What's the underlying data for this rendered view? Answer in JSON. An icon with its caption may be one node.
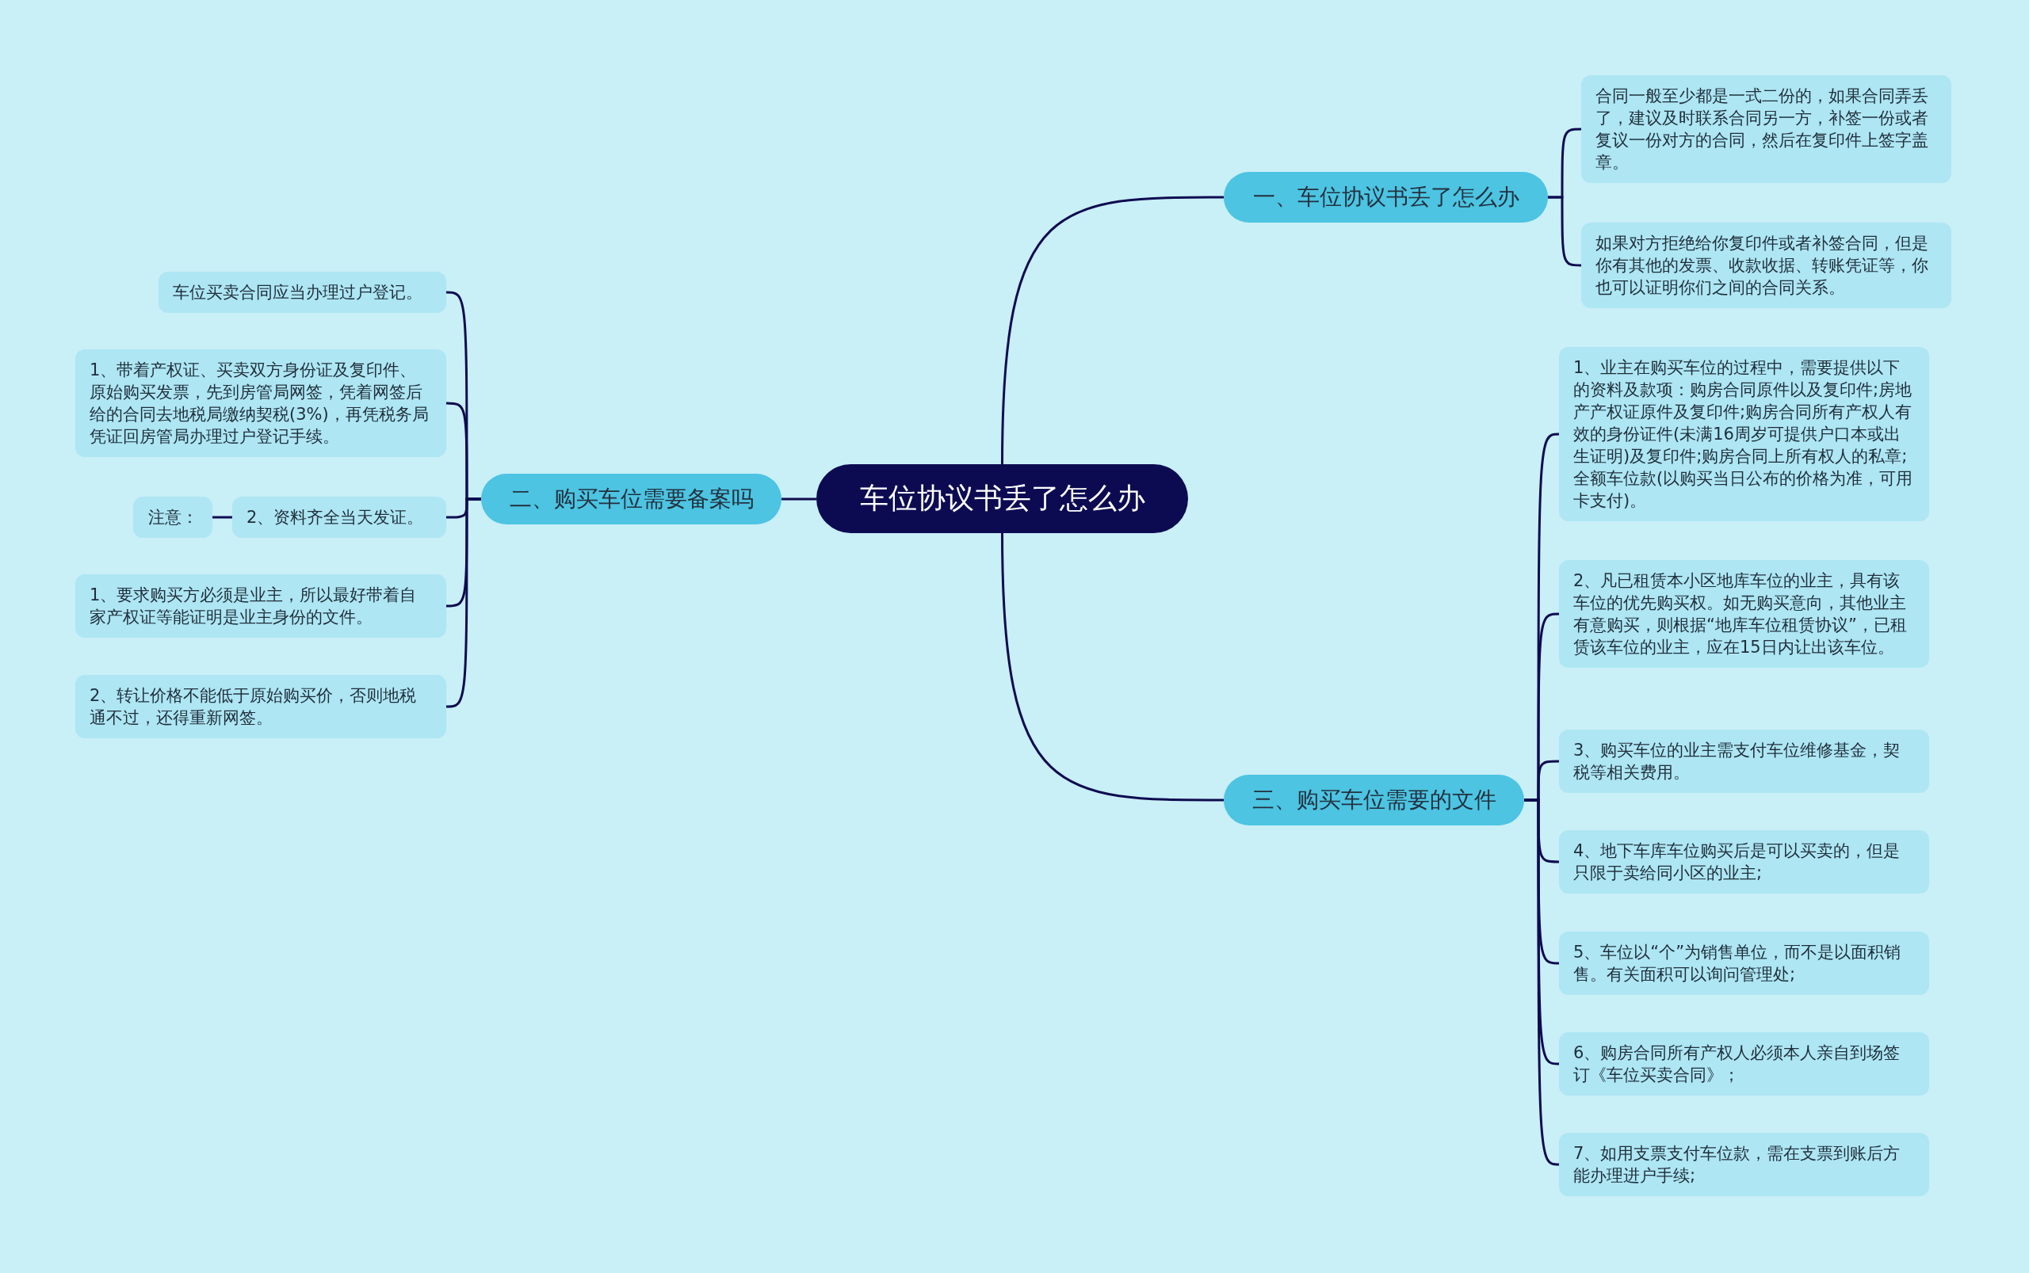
{
  "diagram": {
    "nodes": [
      {
        "text": [
          "车位协议书丢了怎么办"
        ]
      },
      {
        "text": [
          "一、车位协议书丢了怎么办"
        ]
      },
      {
        "text": [
          "合同一般至少都是一式二份的，如果合同弄丢了，建议及时联系合同另一方，补签一份或者复议一份对方的合同，然后在复印件上签字盖章。"
        ]
      },
      {
        "text": [
          "如果对方拒绝给你复印件或者补签合同，但是你有其他的发票、收款收据、转账凭证等，你也可以证明你们之间的合同关系。"
        ]
      },
      {
        "text": [
          "二、购买车位需要备案吗"
        ]
      },
      {
        "text": [
          "车位买卖合同应当办理过户登记。"
        ]
      },
      {
        "text": [
          "1、带着产权证、买卖双方身份证及复印件、原始购买发票，先到房管局网签，凭着网签后给的合同去地税局缴纳契税(3%)，再凭税务局凭证回房管局办理过户登记手续。"
        ]
      },
      {
        "text": [
          "2、资料齐全当天发证。"
        ]
      },
      {
        "text": [
          "注意："
        ]
      },
      {
        "text": [
          "1、要求购买方必须是业主，所以最好带着自家产权证等能证明是业主身份的文件。"
        ]
      },
      {
        "text": [
          "2、转让价格不能低于原始购买价，否则地税通不过，还得重新网签。"
        ]
      },
      {
        "text": [
          "三、购买车位需要的文件"
        ]
      },
      {
        "text": [
          "1、业主在购买车位的过程中，需要提供以下的资料及款项：购房合同原件以及复印件;房地产产权证原件及复印件;购房合同所有产权人有效的身份证件(未满16周岁可提供户口本或出生证明)及复印件;购房合同上所有权人的私章;全额车位款(以购买当日公布的价格为准，可用卡支付)。"
        ]
      },
      {
        "text": [
          "2、凡已租赁本小区地库车位的业主，具有该车位的优先购买权。如无购买意向，其他业主有意购买，则根据“地库车位租赁协议”，已租赁该车位的业主，应在15日内让出该车位。"
        ]
      },
      {
        "text": [
          "3、购买车位的业主需支付车位维修基金，契税等相关费用。"
        ]
      },
      {
        "text": [
          "4、地下车库车位购买后是可以买卖的，但是只限于卖给同小区的业主;"
        ]
      },
      {
        "text": [
          "5、车位以“个”为销售单位，而不是以面积销售。有关面积可以询问管理处;"
        ]
      },
      {
        "text": [
          "6、购房合同所有产权人必须本人亲自到场签订《车位买卖合同》；"
        ]
      },
      {
        "text": [
          "7、如用支票支付车位款，需在支票到账后方能办理进户手续;"
        ]
      }
    ],
    "edges": [
      {
        "from": 0,
        "to": 1,
        "arrow": "none"
      },
      {
        "from": 0,
        "to": 4,
        "arrow": "none"
      },
      {
        "from": 0,
        "to": 11,
        "arrow": "none"
      },
      {
        "from": 1,
        "to": 2,
        "arrow": "none"
      },
      {
        "from": 1,
        "to": 3,
        "arrow": "none"
      },
      {
        "from": 4,
        "to": 5,
        "arrow": "none"
      },
      {
        "from": 4,
        "to": 6,
        "arrow": "none"
      },
      {
        "from": 4,
        "to": 7,
        "arrow": "none"
      },
      {
        "from": 7,
        "to": 8,
        "arrow": "none"
      },
      {
        "from": 4,
        "to": 9,
        "arrow": "none"
      },
      {
        "from": 4,
        "to": 10,
        "arrow": "none"
      },
      {
        "from": 11,
        "to": 12,
        "arrow": "none"
      },
      {
        "from": 11,
        "to": 13,
        "arrow": "none"
      },
      {
        "from": 11,
        "to": 14,
        "arrow": "none"
      },
      {
        "from": 11,
        "to": 15,
        "arrow": "none"
      },
      {
        "from": 11,
        "to": 16,
        "arrow": "none"
      },
      {
        "from": 11,
        "to": 17,
        "arrow": "none"
      },
      {
        "from": 11,
        "to": 18,
        "arrow": "none"
      }
    ]
  }
}
